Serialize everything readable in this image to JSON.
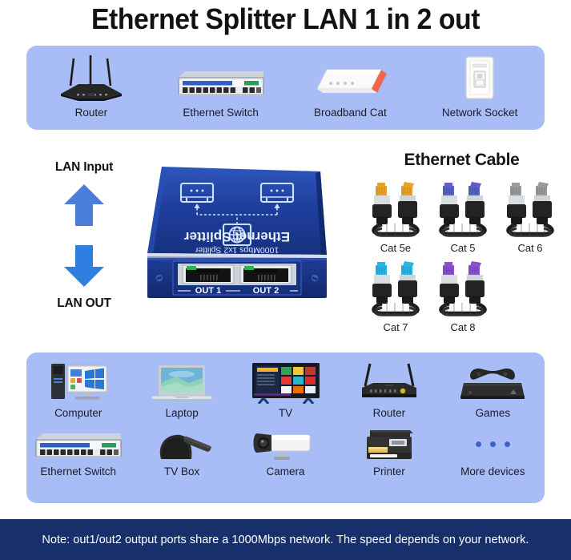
{
  "title": "Ethernet Splitter LAN 1 in 2 out",
  "colors": {
    "panel_bg": "#a8bdf5",
    "note_bar_bg": "#17306b",
    "note_text": "#ffffff",
    "arrow_up": "#4b7ddb",
    "arrow_down": "#2f7fe0",
    "device_body": "#1c3fa0",
    "title_text": "#121212",
    "dot_blue": "#3b63c7"
  },
  "top_panel": {
    "devices": [
      {
        "label": "Router",
        "icon": "router-icon"
      },
      {
        "label": "Ethernet Switch",
        "icon": "ethernet-switch-icon"
      },
      {
        "label": "Broadband Cat",
        "icon": "broadband-modem-icon"
      },
      {
        "label": "Network Socket",
        "icon": "network-socket-icon"
      }
    ]
  },
  "middle": {
    "lan_input_label": "LAN Input",
    "lan_out_label": "LAN OUT",
    "arrow_up_icon": "arrow-up-icon",
    "arrow_down_icon": "arrow-down-icon",
    "splitter": {
      "brand_line_1": "Ethernet Splitter",
      "brand_line_2": "1000Mbps 1x2 Splitter",
      "globe_icon": "globe-icon",
      "port_labels": [
        "OUT 1",
        "OUT 2"
      ]
    },
    "cables": {
      "heading": "Ethernet Cable",
      "items": [
        {
          "label": "Cat 5e",
          "connector_color": "#e8a22a"
        },
        {
          "label": "Cat 5",
          "connector_color": "#5b62c4"
        },
        {
          "label": "Cat 6",
          "connector_color": "#9a9a9a"
        },
        {
          "label": "Cat 7",
          "connector_color": "#2ab4e8"
        },
        {
          "label": "Cat 8",
          "connector_color": "#8c4fd0"
        }
      ]
    }
  },
  "bottom_panel": {
    "row1": [
      {
        "label": "Computer",
        "icon": "desktop-computer-icon"
      },
      {
        "label": "Laptop",
        "icon": "laptop-icon"
      },
      {
        "label": "TV",
        "icon": "television-icon"
      },
      {
        "label": "Router",
        "icon": "router-icon"
      },
      {
        "label": "Games",
        "icon": "game-console-icon"
      }
    ],
    "row2": [
      {
        "label": "Ethernet Switch",
        "icon": "ethernet-switch-icon"
      },
      {
        "label": "TV Box",
        "icon": "tv-box-icon"
      },
      {
        "label": "Camera",
        "icon": "security-camera-icon"
      },
      {
        "label": "Printer",
        "icon": "printer-icon"
      },
      {
        "label": "More devices",
        "icon": "ellipsis-dots-icon"
      }
    ]
  },
  "note": "Note: out1/out2 output ports share a 1000Mbps network. The speed depends on your network."
}
